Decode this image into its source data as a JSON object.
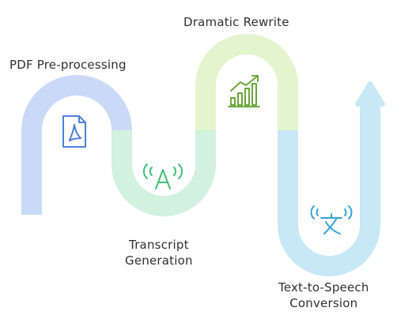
{
  "diagram": {
    "steps": [
      {
        "id": "pdf",
        "lines": [
          "PDF Pre-processing"
        ],
        "icon": "pdf-document-icon",
        "color": "#c9d9f7"
      },
      {
        "id": "transcript",
        "lines": [
          "Transcript",
          "Generation"
        ],
        "icon": "speech-wave-a-icon",
        "color": "#d2f1de"
      },
      {
        "id": "dramatic",
        "lines": [
          "Dramatic Rewrite"
        ],
        "icon": "growth-chart-icon",
        "color": "#e3f4cf"
      },
      {
        "id": "tts",
        "lines": [
          "Text-to-Speech",
          "Conversion"
        ],
        "icon": "translate-speaker-icon",
        "color": "#c6e8f7"
      }
    ],
    "icon_colors": {
      "pdf": "#4f7fdc",
      "transcript": "#3fbf73",
      "dramatic": "#6aa83a",
      "tts": "#35a4d6"
    }
  }
}
